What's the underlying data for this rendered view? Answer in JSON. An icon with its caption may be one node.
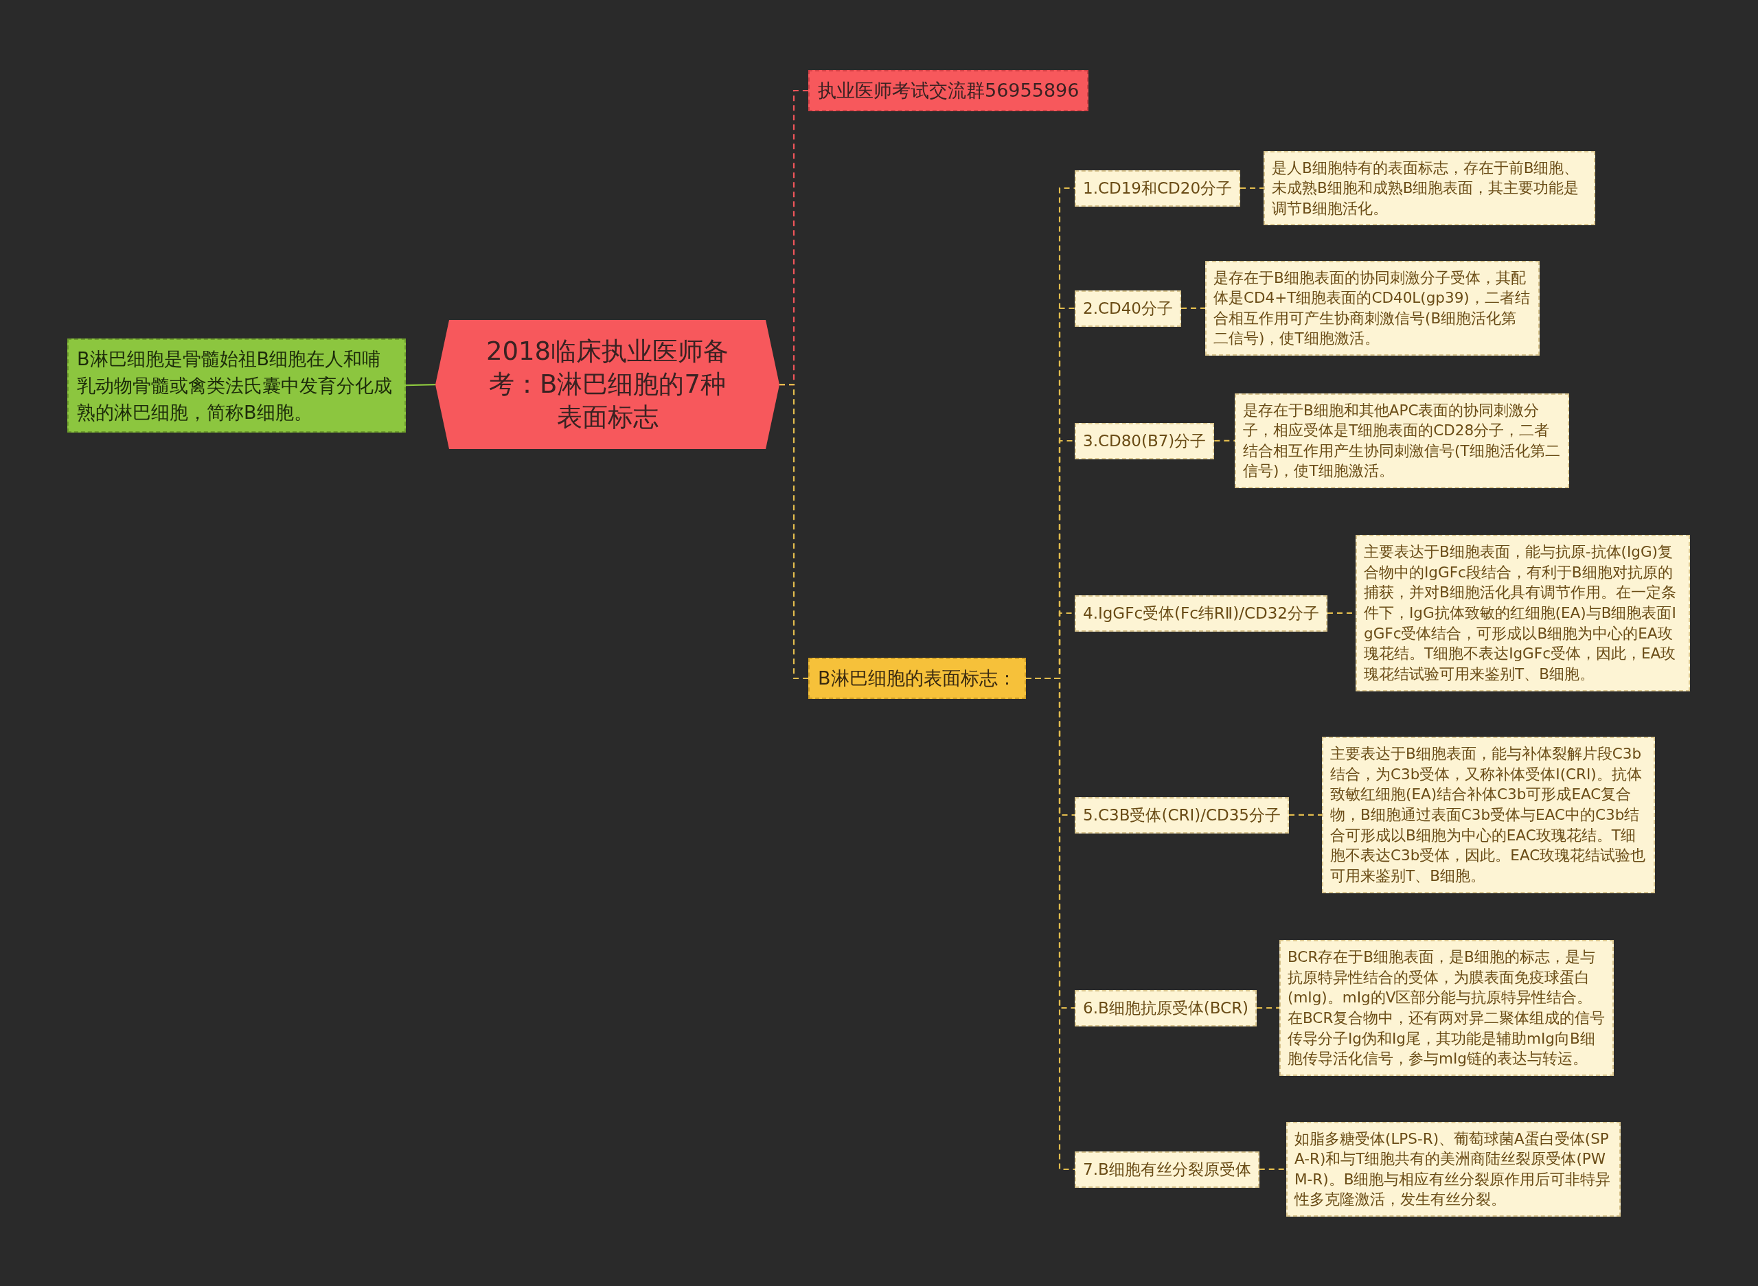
{
  "diagram": {
    "nodes": [
      {
        "text": [
          "2018临床执业医师备考：B淋巴细胞的7种表面标志"
        ]
      },
      {
        "text": [
          "B淋巴细胞是骨髓始祖B细胞在人和哺乳动物骨髓或禽类法氏囊中发育分化成熟的淋巴细胞，简称B细胞。"
        ]
      },
      {
        "text": [
          "执业医师考试交流群56955896"
        ]
      },
      {
        "text": [
          "B淋巴细胞的表面标志："
        ]
      },
      {
        "text": [
          "1.CD19和CD20分子"
        ]
      },
      {
        "text": [
          "是人B细胞特有的表面标志，存在于前B细胞、未成熟B细胞和成熟B细胞表面，其主要功能是调节B细胞活化。"
        ]
      },
      {
        "text": [
          "2.CD40分子"
        ]
      },
      {
        "text": [
          "是存在于B细胞表面的协同刺激分子受体，其配体是CD4+T细胞表面的CD40L(gp39)，二者结合相互作用可产生协商刺激信号(B细胞活化第二信号)，使T细胞激活。"
        ]
      },
      {
        "text": [
          "3.CD80(B7)分子"
        ]
      },
      {
        "text": [
          "是存在于B细胞和其他APC表面的协同刺激分子，相应受体是T细胞表面的CD28分子，二者结合相互作用产生协同刺激信号(T细胞活化第二信号)，使T细胞激活。"
        ]
      },
      {
        "text": [
          "4.IgGFc受体(Fc纬RⅡ)/CD32分子"
        ]
      },
      {
        "text": [
          "主要表达于B细胞表面，能与抗原-抗体(IgG)复合物中的IgGFc段结合，有利于B细胞对抗原的捕获，并对B细胞活化具有调节作用。在一定条件下，IgG抗体致敏的红细胞(EA)与B细胞表面IgGFc受体结合，可形成以B细胞为中心的EA玫瑰花结。T细胞不表达IgGFc受体，因此，EA玫瑰花结试验可用来鉴别T、B细胞。"
        ]
      },
      {
        "text": [
          "5.C3B受体(CRⅠ)/CD35分子"
        ]
      },
      {
        "text": [
          "主要表达于B细胞表面，能与补体裂解片段C3b结合，为C3b受体，又称补体受体Ⅰ(CRⅠ)。抗体致敏红细胞(EA)结合补体C3b可形成EAC复合物，B细胞通过表面C3b受体与EAC中的C3b结合可形成以B细胞为中心的EAC玫瑰花结。T细胞不表达C3b受体，因此。EAC玫瑰花结试验也可用来鉴别T、B细胞。"
        ]
      },
      {
        "text": [
          "6.B细胞抗原受体(BCR)"
        ]
      },
      {
        "text": [
          "BCR存在于B细胞表面，是B细胞的标志，是与抗原特异性结合的受体，为膜表面免疫球蛋白(mIg)。mIg的V区部分能与抗原特异性结合。在BCR复合物中，还有两对异二聚体组成的信号传导分子Ig伪和Ig尾，其功能是辅助mIg向B细胞传导活化信号，参与mIg链的表达与转运。"
        ]
      },
      {
        "text": [
          "7.B细胞有丝分裂原受体"
        ]
      },
      {
        "text": [
          "如脂多糖受体(LPS-R)、葡萄球菌A蛋白受体(SPA-R)和与T细胞共有的美洲商陆丝裂原受体(PWM-R)。B细胞与相应有丝分裂原作用后可非特异性多克隆激活，发生有丝分裂。"
        ]
      }
    ],
    "edges": [
      {
        "from": 0,
        "to": 1,
        "arrow": "none",
        "color": "#8cc63f"
      },
      {
        "from": 0,
        "to": 2,
        "arrow": "none",
        "style": "dashed",
        "color": "#f0555a"
      },
      {
        "from": 0,
        "to": 3,
        "arrow": "none",
        "style": "dashed"
      },
      {
        "from": 3,
        "to": 4,
        "arrow": "none",
        "style": "dashed"
      },
      {
        "from": 3,
        "to": 6,
        "arrow": "none",
        "style": "dashed"
      },
      {
        "from": 3,
        "to": 8,
        "arrow": "none",
        "style": "dashed"
      },
      {
        "from": 3,
        "to": 10,
        "arrow": "none",
        "style": "dashed"
      },
      {
        "from": 3,
        "to": 12,
        "arrow": "none",
        "style": "dashed"
      },
      {
        "from": 3,
        "to": 14,
        "arrow": "none",
        "style": "dashed"
      },
      {
        "from": 3,
        "to": 16,
        "arrow": "none",
        "style": "dashed"
      },
      {
        "from": 4,
        "to": 5,
        "arrow": "none",
        "style": "dashed"
      },
      {
        "from": 6,
        "to": 7,
        "arrow": "none",
        "style": "dashed"
      },
      {
        "from": 8,
        "to": 9,
        "arrow": "none",
        "style": "dashed"
      },
      {
        "from": 10,
        "to": 11,
        "arrow": "none",
        "style": "dashed"
      },
      {
        "from": 12,
        "to": 13,
        "arrow": "none",
        "style": "dashed"
      },
      {
        "from": 14,
        "to": 15,
        "arrow": "none",
        "style": "dashed"
      },
      {
        "from": 16,
        "to": 17,
        "arrow": "none",
        "style": "dashed"
      }
    ]
  }
}
